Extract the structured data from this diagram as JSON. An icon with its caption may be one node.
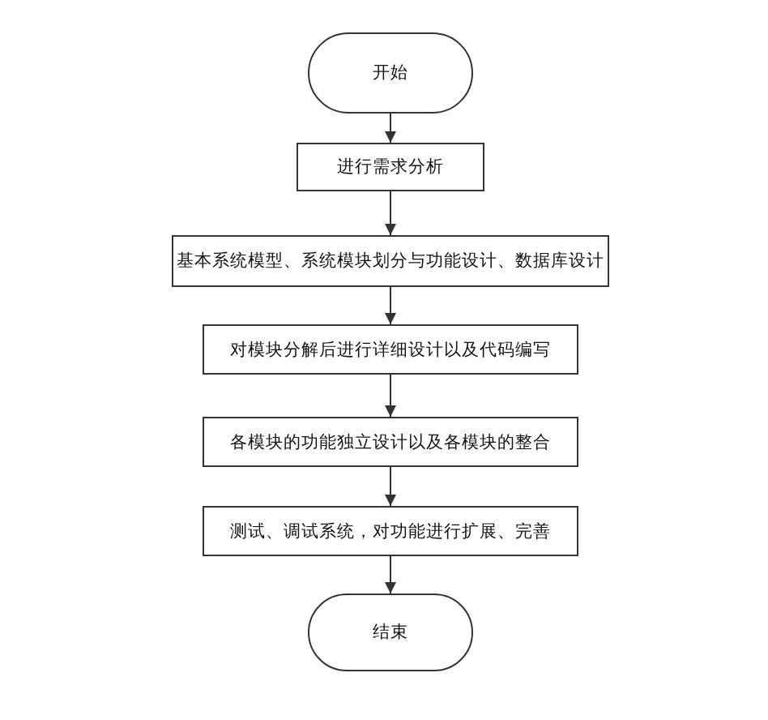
{
  "diagram": {
    "nodes": [
      {
        "text": [
          "开始"
        ]
      },
      {
        "text": [
          "进行需求分析"
        ]
      },
      {
        "text": [
          "基本系统模型、系统模块划分与功能设计、数据库设计"
        ]
      },
      {
        "text": [
          "对模块分解后进行详细设计以及代码编写"
        ]
      },
      {
        "text": [
          "各模块的功能独立设计以及各模块的整合"
        ]
      },
      {
        "text": [
          "测试、调试系统，对功能进行扩展、完善"
        ]
      },
      {
        "text": [
          "结束"
        ]
      }
    ],
    "edges": [
      {
        "from": 0,
        "to": 1,
        "arrow": "to"
      },
      {
        "from": 1,
        "to": 2,
        "arrow": "to"
      },
      {
        "from": 2,
        "to": 3,
        "arrow": "to"
      },
      {
        "from": 3,
        "to": 4,
        "arrow": "to"
      },
      {
        "from": 4,
        "to": 5,
        "arrow": "to"
      },
      {
        "from": 5,
        "to": 6,
        "arrow": "to"
      }
    ]
  }
}
